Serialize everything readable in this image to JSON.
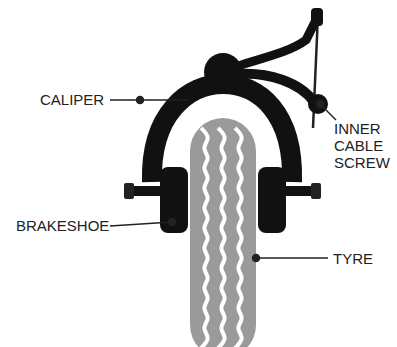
{
  "diagram": {
    "labels": [
      "CALIPER",
      "INNER CABLE SCREW",
      "BRAKESHOE",
      "TYRE"
    ]
  }
}
